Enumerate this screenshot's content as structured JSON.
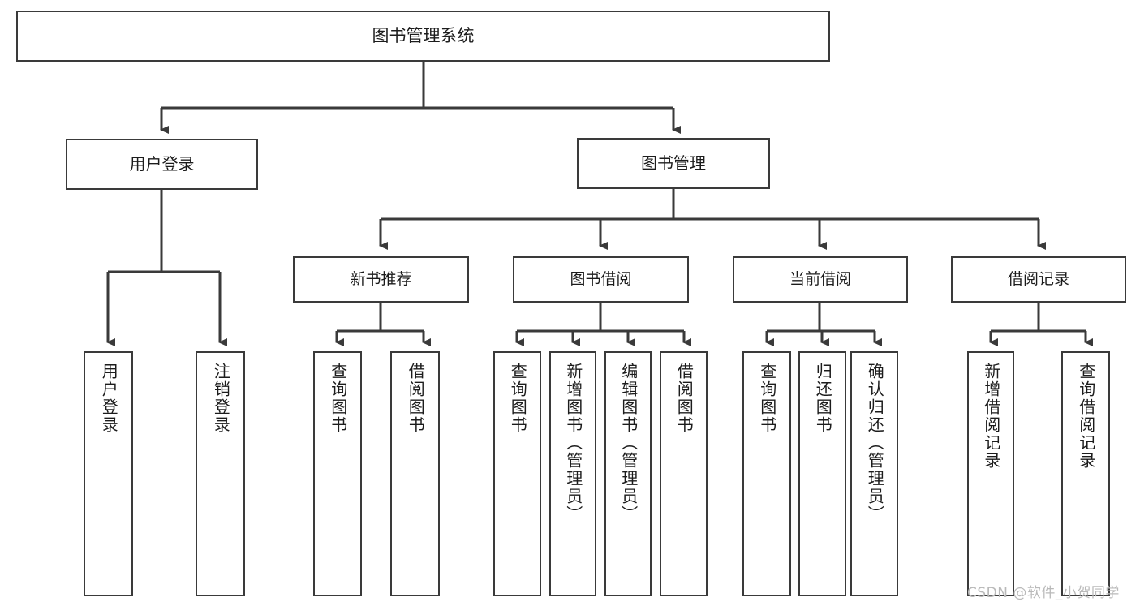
{
  "diagram": {
    "type": "tree",
    "title_node": "图书管理系统",
    "nodes": {
      "root": "图书管理系统",
      "user_login": "用户登录",
      "book_manage": "图书管理",
      "new_book_rec": "新书推荐",
      "book_borrow": "图书借阅",
      "current_borrow": "当前借阅",
      "borrow_record": "借阅记录",
      "leaf_user_login": "用户登录",
      "leaf_user_logout": "注销登录",
      "leaf_query_book_1": "查询图书",
      "leaf_borrow_book_1": "借阅图书",
      "leaf_query_book_2": "查询图书",
      "leaf_add_book": "新增图书（管理员）",
      "leaf_edit_book": "编辑图书（管理员）",
      "leaf_borrow_book_2": "借阅图书",
      "leaf_query_book_3": "查询图书",
      "leaf_return_book": "归还图书",
      "leaf_confirm_return": "确认归还（管理员）",
      "leaf_add_record": "新增借阅记录",
      "leaf_query_record": "查询借阅记录"
    },
    "edges": [
      {
        "from": "root",
        "to": "user_login"
      },
      {
        "from": "root",
        "to": "book_manage"
      },
      {
        "from": "user_login",
        "to": "leaf_user_login"
      },
      {
        "from": "user_login",
        "to": "leaf_user_logout"
      },
      {
        "from": "book_manage",
        "to": "new_book_rec"
      },
      {
        "from": "book_manage",
        "to": "book_borrow"
      },
      {
        "from": "book_manage",
        "to": "current_borrow"
      },
      {
        "from": "book_manage",
        "to": "borrow_record"
      },
      {
        "from": "new_book_rec",
        "to": "leaf_query_book_1"
      },
      {
        "from": "new_book_rec",
        "to": "leaf_borrow_book_1"
      },
      {
        "from": "book_borrow",
        "to": "leaf_query_book_2"
      },
      {
        "from": "book_borrow",
        "to": "leaf_add_book"
      },
      {
        "from": "book_borrow",
        "to": "leaf_edit_book"
      },
      {
        "from": "book_borrow",
        "to": "leaf_borrow_book_2"
      },
      {
        "from": "current_borrow",
        "to": "leaf_query_book_3"
      },
      {
        "from": "current_borrow",
        "to": "leaf_return_book"
      },
      {
        "from": "current_borrow",
        "to": "leaf_confirm_return"
      },
      {
        "from": "borrow_record",
        "to": "leaf_add_record"
      },
      {
        "from": "borrow_record",
        "to": "leaf_query_record"
      }
    ],
    "colors": {
      "box_border": "#3a3a3a",
      "box_fill": "#ffffff",
      "edge": "#3a3a3a",
      "text": "#1c1c1c",
      "watermark": "#b9b9b9",
      "background": "#ffffff"
    }
  },
  "watermark": {
    "text": "CSDN @软件_小贺同学"
  }
}
